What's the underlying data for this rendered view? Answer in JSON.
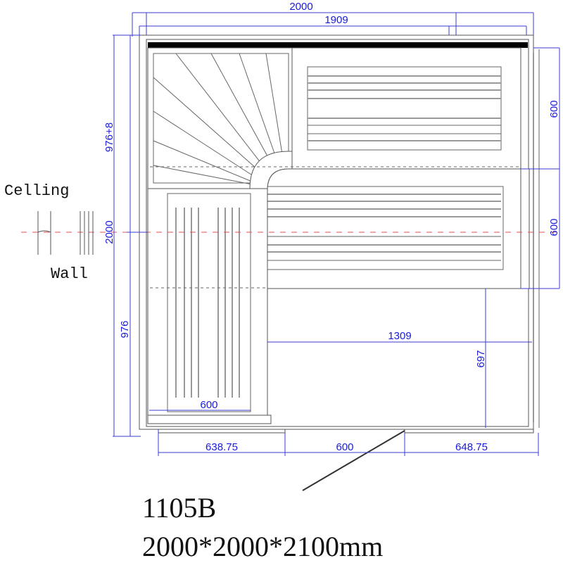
{
  "model": {
    "code": "1105B",
    "size": "2000*2000*2100mm"
  },
  "legend": {
    "ceiling_label": "Celling",
    "wall_label": "Wall"
  },
  "dimensions": {
    "overall_width": "2000",
    "inner_width": "1909",
    "overall_depth": "2000",
    "upper_left": "976+8",
    "lower_left": "976",
    "right_upper": "600",
    "right_lower": "600",
    "floor_width": "1309",
    "floor_depth": "697",
    "left_bench_width": "600",
    "front_left": "638.75",
    "door_width": "600",
    "front_right": "648.75"
  },
  "colors": {
    "dimension": "#1a1adb",
    "centerline": "#e05050",
    "outline": "#555555"
  }
}
